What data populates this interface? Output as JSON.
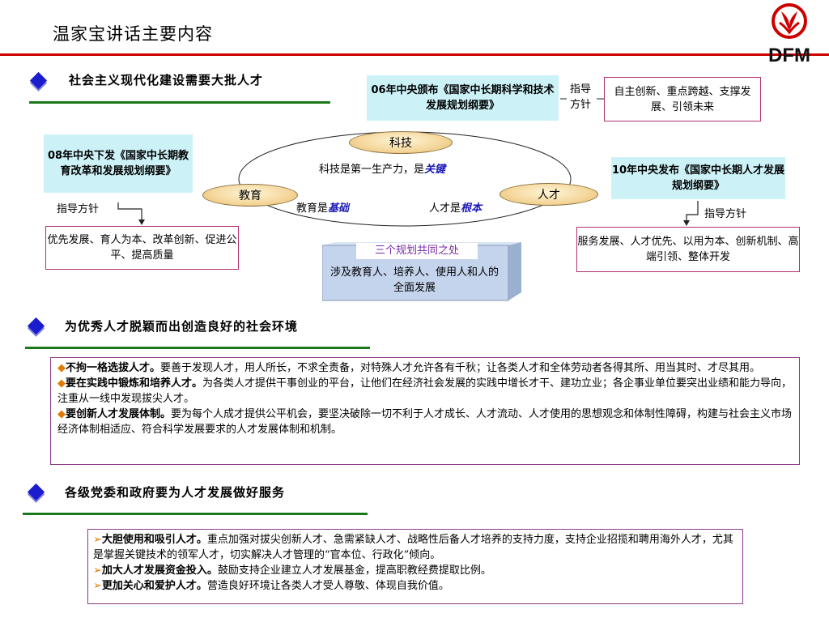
{
  "header": {
    "title": "温家宝讲话主要内容",
    "logo_text": "DFM"
  },
  "section1": {
    "heading": "社会主义现代化建设需要大批人才",
    "box_2006": "06年中央颁布《国家中长期科学和技术发展规划纲要》",
    "guide_top": [
      "指导",
      "方针"
    ],
    "box_2006_principle": "自主创新、重点跨越、支撑发展、引领未来",
    "box_2008": "08年中央下发《国家中长期教育改革和发展规划纲要》",
    "guide_left": "指导方针",
    "box_2008_principle": "优先发展、育人为本、改革创新、促进公平、提高质量",
    "box_2010": "10年中央发布《国家中长期人才发展规划纲要》",
    "guide_right": "指导方针",
    "box_2010_principle": "服务发展、人才优先、以用为本、创新机制、高端引领、整体开发",
    "oval_tech": "科技",
    "oval_edu": "教育",
    "oval_talent": "人才",
    "tech_text": "科技是第一生产力，是",
    "tech_key": "关键",
    "edu_text": "教育是",
    "edu_key": "基础",
    "talent_text": "人才是",
    "talent_key": "根本",
    "common_title": "三个规划共同之处",
    "common_body": "涉及教育人、培养人、使用人和人的全面发展"
  },
  "section2": {
    "heading": "为优秀人才脱颖而出创造良好的社会环境",
    "items": [
      {
        "bold": "不拘一格选拔人才。",
        "text": "要善于发现人才，用人所长，不求全责备，对特殊人才允许各有千秋；让各类人才和全体劳动者各得其所、用当其时、才尽其用。"
      },
      {
        "bold": "要在实践中锻炼和培养人才。",
        "text": "为各类人才提供干事创业的平台，让他们在经济社会发展的实践中增长才干、建功立业；各企事业单位要突出业绩和能力导向，注重从一线中发现拔尖人才。"
      },
      {
        "bold": "要创新人才发展体制。",
        "text": "要为每个人成才提供公平机会，要坚决破除一切不利于人才成长、人才流动、人才使用的思想观念和体制性障碍，构建与社会主义市场经济体制相适应、符合科学发展要求的人才发展体制和机制。"
      }
    ]
  },
  "section3": {
    "heading": "各级党委和政府要为人才发展做好服务",
    "items": [
      {
        "bold": "大胆使用和吸引人才。",
        "text": "重点加强对拔尖创新人才、急需紧缺人才、战略性后备人才培养的支持力度，支持企业招揽和聘用海外人才，尤其是掌握关键技术的领军人才，切实解决人才管理的“官本位、行政化”倾向。"
      },
      {
        "bold": "加大人才发展资金投入。",
        "text": "鼓励支持企业建立人才发展基金，提高职教经费提取比例。"
      },
      {
        "bold": "更加关心和爱护人才。",
        "text": "营造良好环境让各类人才受人尊敬、体现自我价值。"
      }
    ]
  },
  "colors": {
    "accent_red": "#cc0000",
    "section_blue": "#1c1ccf",
    "line_green": "#1a7a1a",
    "cyan_box": "#ccf2f8"
  }
}
